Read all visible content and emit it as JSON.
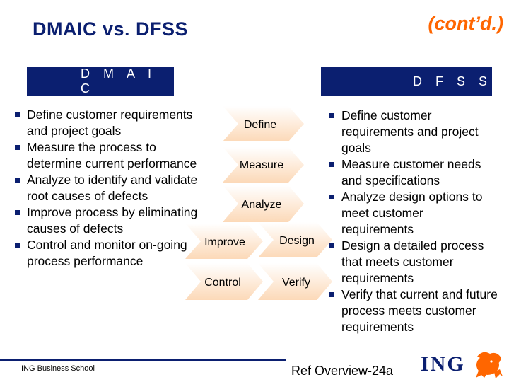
{
  "title": "DMAIC vs. DFSS",
  "contd": "(cont’d.)",
  "headers": {
    "left": "D M A I C",
    "right": "D F S S"
  },
  "dmaic_items": [
    "Define customer requirements and project goals",
    "Measure the process to determine current performance",
    "Analyze to identify and validate root causes of defects",
    "Improve process by eliminating causes of defects",
    "Control and monitor on-going process performance"
  ],
  "dfss_items": [
    "Define customer requirements and project goals",
    "Measure customer needs and specifications",
    "Analyze design options to meet customer requirements",
    "Design a detailed process that meets customer requirements",
    "Verify that current and future process meets customer requirements"
  ],
  "arrows": {
    "define": "Define",
    "measure": "Measure",
    "analyze": "Analyze",
    "improve": "Improve",
    "design": "Design",
    "control": "Control",
    "verify": "Verify"
  },
  "footer": {
    "school": "ING Business School",
    "ref": "Ref Overview-24a",
    "logo": "ING"
  },
  "colors": {
    "navy": "#0b1f70",
    "orange": "#ff6600",
    "arrow_fill": "#fde3cc"
  }
}
